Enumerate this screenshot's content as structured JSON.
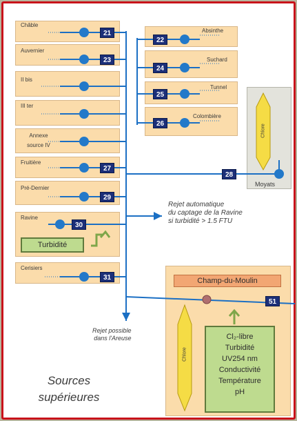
{
  "sources": [
    {
      "label": "Châble",
      "number": "21"
    },
    {
      "label": "Auvernier",
      "number": "23"
    },
    {
      "label": "II bis",
      "number": ""
    },
    {
      "label": "III ter",
      "number": ""
    },
    {
      "label": "Annexe source IV",
      "number": ""
    },
    {
      "label": "Fruitière",
      "number": "27"
    },
    {
      "label": "Pré-Dernier",
      "number": "29"
    },
    {
      "label": "Ravine",
      "number": "30"
    },
    {
      "label": "Cerisiers",
      "number": "31"
    }
  ],
  "right_sources": [
    {
      "label": "Absinthe",
      "number": "22"
    },
    {
      "label": "Suchard",
      "number": "24"
    },
    {
      "label": "Tunnel",
      "number": "25"
    },
    {
      "label": "Colombière",
      "number": "26"
    }
  ],
  "main_numbers": {
    "n28": "28",
    "n51": "51"
  },
  "moyats": {
    "label": "Moyats",
    "tank_label": "Chlore"
  },
  "turbidity_label": "Turbidité",
  "ravine_reject": [
    "Rejet automatique",
    "du captage de la Ravine",
    "si turbidité > 1.5 FTU"
  ],
  "areuse_reject": [
    "Rejet possible",
    "dans l'Areuse"
  ],
  "champ_du_moulin": {
    "title": "Champ-du-Moulin",
    "chlore_label": "Chlore",
    "parameters": [
      "Cl₂-libre",
      "Turbidité",
      "UV254 nm",
      "Conductivité",
      "Température",
      "pH"
    ]
  },
  "caption": [
    "Sources",
    "supérieures"
  ],
  "colors": {
    "link": "#1b6fc4",
    "node": "#2379c9",
    "number_box": "#1c2f78",
    "source_bg": "#fbdcab",
    "measure_bg": "#bedb8f"
  }
}
